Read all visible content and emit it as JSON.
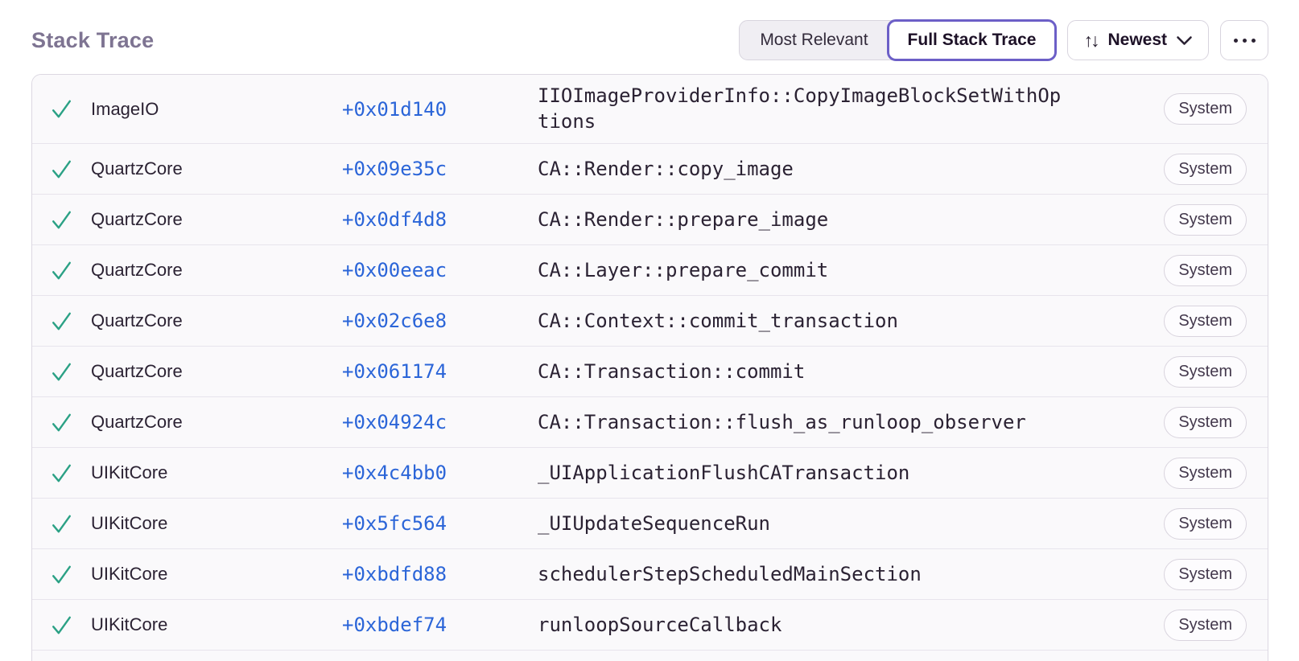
{
  "title": "Stack Trace",
  "toolbar": {
    "segments": [
      {
        "label": "Most Relevant",
        "active": false
      },
      {
        "label": "Full Stack Trace",
        "active": true
      }
    ],
    "sort_button": {
      "label": "Newest",
      "icon": "sort-arrows-icon",
      "glyph": "↑↓"
    },
    "more_button": {
      "icon": "ellipsis-icon"
    }
  },
  "colors": {
    "accent_purple": "#6c5fc7",
    "link_blue": "#2b65d8",
    "check_green": "#2ba185",
    "title_gray": "#7e7492",
    "row_background": "#faf9fb"
  },
  "table": {
    "frames": [
      {
        "status_icon": "check-icon",
        "module": "ImageIO",
        "address": "+0x01d140",
        "function": "IIOImageProviderInfo::CopyImageBlockSetWithOptions",
        "badge": "System"
      },
      {
        "status_icon": "check-icon",
        "module": "QuartzCore",
        "address": "+0x09e35c",
        "function": "CA::Render::copy_image",
        "badge": "System"
      },
      {
        "status_icon": "check-icon",
        "module": "QuartzCore",
        "address": "+0x0df4d8",
        "function": "CA::Render::prepare_image",
        "badge": "System"
      },
      {
        "status_icon": "check-icon",
        "module": "QuartzCore",
        "address": "+0x00eeac",
        "function": "CA::Layer::prepare_commit",
        "badge": "System"
      },
      {
        "status_icon": "check-icon",
        "module": "QuartzCore",
        "address": "+0x02c6e8",
        "function": "CA::Context::commit_transaction",
        "badge": "System"
      },
      {
        "status_icon": "check-icon",
        "module": "QuartzCore",
        "address": "+0x061174",
        "function": "CA::Transaction::commit",
        "badge": "System"
      },
      {
        "status_icon": "check-icon",
        "module": "QuartzCore",
        "address": "+0x04924c",
        "function": "CA::Transaction::flush_as_runloop_observer",
        "badge": "System"
      },
      {
        "status_icon": "check-icon",
        "module": "UIKitCore",
        "address": "+0x4c4bb0",
        "function": "_UIApplicationFlushCATransaction",
        "badge": "System"
      },
      {
        "status_icon": "check-icon",
        "module": "UIKitCore",
        "address": "+0x5fc564",
        "function": "_UIUpdateSequenceRun",
        "badge": "System"
      },
      {
        "status_icon": "check-icon",
        "module": "UIKitCore",
        "address": "+0xbdfd88",
        "function": "schedulerStepScheduledMainSection",
        "badge": "System"
      },
      {
        "status_icon": "check-icon",
        "module": "UIKitCore",
        "address": "+0xbdef74",
        "function": "runloopSourceCallback",
        "badge": "System"
      }
    ]
  }
}
